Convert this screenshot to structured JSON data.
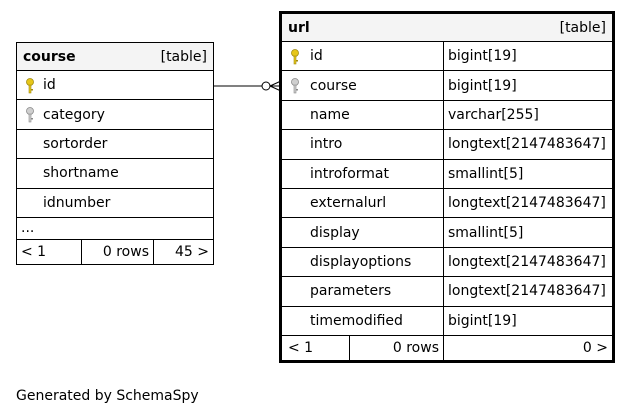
{
  "course": {
    "name": "course",
    "kind": "[table]",
    "columns": [
      {
        "name": "id",
        "key": "primary"
      },
      {
        "name": "category",
        "key": "foreign"
      },
      {
        "name": "sortorder",
        "key": ""
      },
      {
        "name": "shortname",
        "key": ""
      },
      {
        "name": "idnumber",
        "key": ""
      }
    ],
    "ellipsis": "...",
    "footer": {
      "parents": "< 1",
      "rows": "0 rows",
      "children": "45 >"
    }
  },
  "url": {
    "name": "url",
    "kind": "[table]",
    "columns": [
      {
        "name": "id",
        "type": "bigint[19]",
        "key": "primary"
      },
      {
        "name": "course",
        "type": "bigint[19]",
        "key": "foreign"
      },
      {
        "name": "name",
        "type": "varchar[255]",
        "key": ""
      },
      {
        "name": "intro",
        "type": "longtext[2147483647]",
        "key": ""
      },
      {
        "name": "introformat",
        "type": "smallint[5]",
        "key": ""
      },
      {
        "name": "externalurl",
        "type": "longtext[2147483647]",
        "key": ""
      },
      {
        "name": "display",
        "type": "smallint[5]",
        "key": ""
      },
      {
        "name": "displayoptions",
        "type": "longtext[2147483647]",
        "key": ""
      },
      {
        "name": "parameters",
        "type": "longtext[2147483647]",
        "key": ""
      },
      {
        "name": "timemodified",
        "type": "bigint[19]",
        "key": ""
      }
    ],
    "footer": {
      "parents": "< 1",
      "rows": "0 rows",
      "children": "0 >"
    }
  },
  "colors": {
    "primary_key": "#e6c619",
    "foreign_key": "#b5b5b5",
    "header_bg": "#f4f4f4"
  },
  "generated_by": "Generated by SchemaSpy"
}
